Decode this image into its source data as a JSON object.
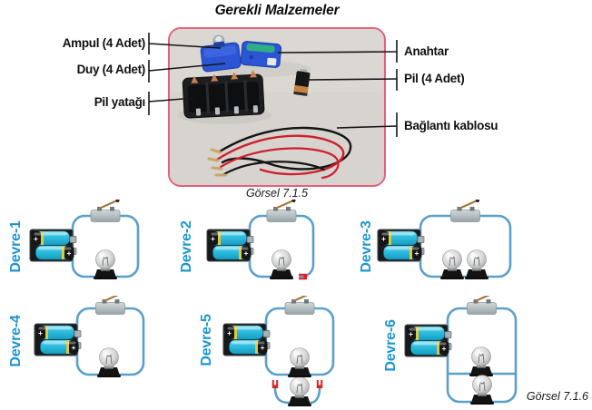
{
  "page": {
    "title": "Gerekli Malzemeler",
    "photo_caption": "Görsel 7.1.5",
    "figure_caption": "Görsel 7.1.6"
  },
  "materials": {
    "left_labels": [
      "Ampul (4 Adet)",
      "Duy (4 Adet)",
      "Pil yatağı"
    ],
    "right_labels": [
      "Anahtar",
      "Pil (4 Adet)",
      "Bağlantı kablosu"
    ],
    "photo_items": [
      "bulb-in-holder",
      "switch",
      "battery-holder",
      "battery",
      "connection-cables"
    ]
  },
  "circuits": [
    {
      "label": "Devre-1",
      "variant": "simple",
      "bulbs": 1,
      "batteries": 2
    },
    {
      "label": "Devre-2",
      "variant": "open",
      "bulbs": 1,
      "batteries": 2
    },
    {
      "label": "Devre-3",
      "variant": "series2",
      "bulbs": 2,
      "batteries": 2
    },
    {
      "label": "Devre-4",
      "variant": "simple",
      "bulbs": 1,
      "batteries": 2
    },
    {
      "label": "Devre-5",
      "variant": "dangling",
      "bulbs": 2,
      "batteries": 2
    },
    {
      "label": "Devre-6",
      "variant": "parallel",
      "bulbs": 2,
      "batteries": 2
    }
  ],
  "colors": {
    "wire_blue": "#5b9fcb",
    "circuit_label_blue": "#1b96d3",
    "photo_border_pink": "#e4607c",
    "battery_cyan": "#33c1e2",
    "open_connector_red": "#e31e1e"
  }
}
